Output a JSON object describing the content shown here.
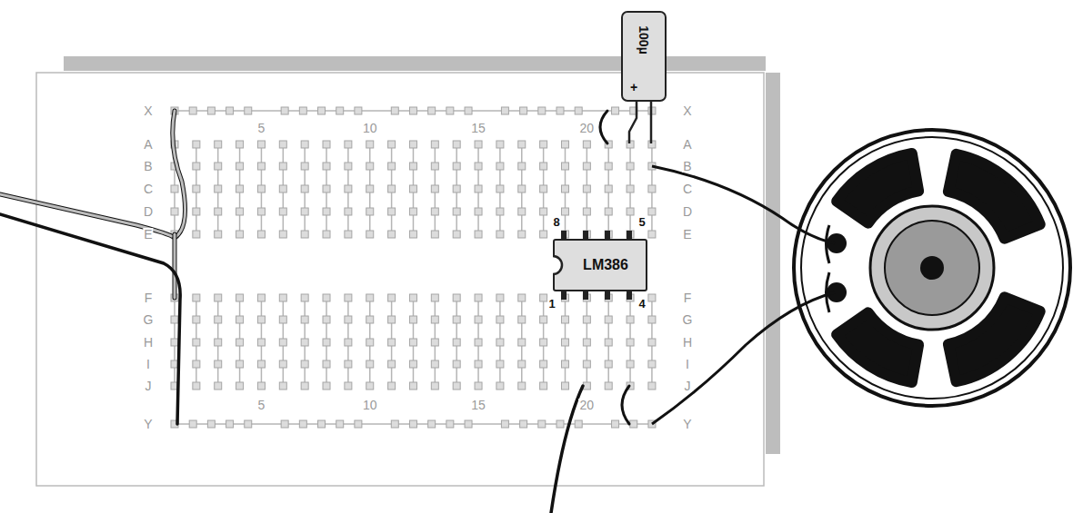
{
  "diagram": {
    "nodes": [
      {
        "text": [
          "100µ",
          "+"
        ]
      },
      {
        "text": [
          "LM386"
        ]
      }
    ],
    "labels": [
      "X",
      "A",
      "B",
      "C",
      "D",
      "E",
      "F",
      "G",
      "H",
      "I",
      "J",
      "Y",
      "X",
      "A",
      "B",
      "C",
      "D",
      "E",
      "F",
      "G",
      "H",
      "I",
      "J",
      "Y",
      "5",
      "10",
      "15",
      "20",
      "5",
      "10",
      "15",
      "20",
      "8",
      "5",
      "1",
      "4"
    ]
  }
}
